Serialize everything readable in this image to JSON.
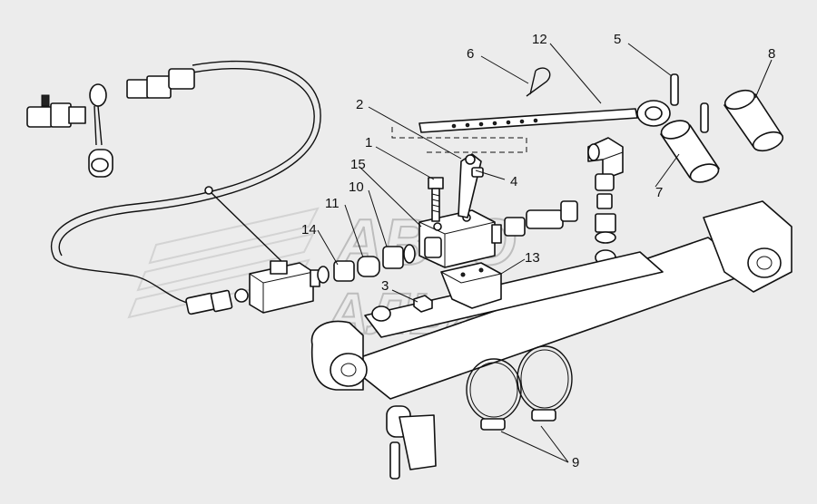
{
  "diagram": {
    "watermark": {
      "line1": "АВТО",
      "line2": "АЛЬЯНС"
    },
    "callouts": [
      {
        "id": "1",
        "label": "1"
      },
      {
        "id": "2",
        "label": "2"
      },
      {
        "id": "3",
        "label": "3"
      },
      {
        "id": "4",
        "label": "4"
      },
      {
        "id": "5",
        "label": "5"
      },
      {
        "id": "6",
        "label": "6"
      },
      {
        "id": "7",
        "label": "7"
      },
      {
        "id": "8",
        "label": "8"
      },
      {
        "id": "9",
        "label": "9"
      },
      {
        "id": "10",
        "label": "10"
      },
      {
        "id": "11",
        "label": "11"
      },
      {
        "id": "12",
        "label": "12"
      },
      {
        "id": "13",
        "label": "13"
      },
      {
        "id": "14",
        "label": "14"
      },
      {
        "id": "15",
        "label": "15"
      }
    ]
  }
}
